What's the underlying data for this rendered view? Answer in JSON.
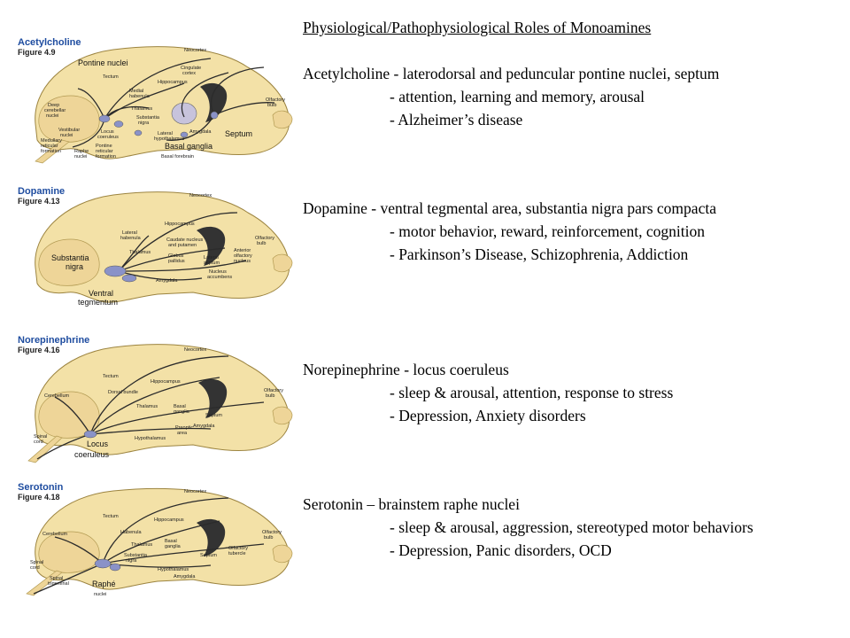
{
  "title": "Physiological/Pathophysiological Roles of Monoamines",
  "sections": [
    {
      "heading": "Acetylcholine - laterodorsal and peduncular pontine nuclei, septum",
      "items": [
        "- attention, learning and memory, arousal",
        "- Alzheimer’s  disease"
      ]
    },
    {
      "heading": "Dopamine - ventral tegmental area, substantia nigra pars compacta",
      "items": [
        "- motor behavior, reward, reinforcement, cognition",
        "- Parkinson’s Disease, Schizophrenia, Addiction"
      ]
    },
    {
      "heading": "Norepinephrine - locus coeruleus",
      "items": [
        "- sleep & arousal, attention, response to stress",
        "- Depression, Anxiety disorders"
      ]
    },
    {
      "heading": "Serotonin – brainstem raphe nuclei",
      "items": [
        "- sleep & arousal, aggression, stereotyped motor behaviors",
        "- Depression, Panic disorders, OCD"
      ]
    }
  ],
  "figures": [
    {
      "name": "Acetylcholine",
      "figure": "Figure 4.9",
      "labels": {
        "pontine": "Pontine nuclei",
        "neocortex": "Neocortex",
        "tectum": "Tectum",
        "cingulate1": "Cingulate",
        "cingulate2": "cortex",
        "hippocampus": "Hippocampus",
        "olfactory1": "Olfactory",
        "olfactory2": "bulb",
        "medial1": "Medial",
        "medial2": "habenula",
        "thalamus": "Thalamus",
        "deep1": "Deep",
        "deep2": "cerebellar",
        "deep3": "nuclei",
        "substantia1": "Substantia",
        "substantia2": "nigra",
        "locus1": "Locus",
        "locus2": "coeruleus",
        "vestibular1": "Vestibular",
        "vestibular2": "nuclei",
        "medullary1": "Medullary",
        "medullary2": "reticular",
        "medullary3": "formation",
        "pontine_ret1": "Pontine",
        "pontine_ret2": "reticular",
        "pontine_ret3": "formation",
        "raphe1": "Raphe",
        "raphe2": "nuclei",
        "lateral_hypo1": "Lateral",
        "lateral_hypo2": "hypothalamus",
        "amygdala": "Amygdala",
        "basal_ganglia": "Basal ganglia",
        "septum": "Septum",
        "basal_forebrain": "Basal forebrain"
      }
    },
    {
      "name": "Dopamine",
      "figure": "Figure 4.13",
      "labels": {
        "neocortex": "Neocortex",
        "hippocampus": "Hippocampus",
        "lateral_hab1": "Lateral",
        "lateral_hab2": "habenula",
        "thalamus": "Thalamus",
        "caudate1": "Caudate nucleus",
        "caudate2": "and putamen",
        "globus1": "Globus",
        "globus2": "pallidus",
        "olfactory1": "Olfactory",
        "olfactory2": "bulb",
        "anterior1": "Anterior",
        "anterior2": "olfactory",
        "anterior3": "nucleus",
        "lateral_sep1": "Lateral",
        "lateral_sep2": "septum",
        "nucleus1": "Nucleus",
        "nucleus2": "accumbens",
        "amygdala": "Amygdala",
        "substantia1": "Substantia",
        "substantia2": "nigra",
        "ventral1": "Ventral",
        "ventral2": "tegmentum"
      }
    },
    {
      "name": "Norepinephrine",
      "figure": "Figure 4.16",
      "labels": {
        "neocortex": "Neocortex",
        "tectum": "Tectum",
        "hippocampus": "Hippocampus",
        "cerebellum": "Cerebellum",
        "dorsal_bundle": "Dorsal bundle",
        "olfactory1": "Olfactory",
        "olfactory2": "bulb",
        "thalamus": "Thalamus",
        "basal1": "Basal",
        "basal2": "ganglia",
        "septum": "Septum",
        "amygdala": "Amygdala",
        "preoptic1": "Preoptic",
        "preoptic2": "area",
        "hypothalamus": "Hypothalamus",
        "spinal1": "Spinal",
        "spinal2": "cord",
        "locus1": "Locus",
        "locus2": "coeruleus"
      }
    },
    {
      "name": "Serotonin",
      "figure": "Figure 4.18",
      "labels": {
        "neocortex": "Neocortex",
        "tectum": "Tectum",
        "hippocampus": "Hippocampus",
        "cerebellum": "Cerebellum",
        "habenula": "Habenula",
        "thalamus": "Thalamus",
        "basal1": "Basal",
        "basal2": "ganglia",
        "olfactory1": "Olfactory",
        "olfactory2": "bulb",
        "olfactory_tub1": "Olfactory",
        "olfactory_tub2": "tubercle",
        "septum": "Septum",
        "substantia1": "Substantia",
        "substantia2": "nigra",
        "hypothalamus": "Hypothalamus",
        "amygdala": "Amygdala",
        "spinal1": "Spinal",
        "spinal2": "cord",
        "spinal_trig1": "Spinal",
        "spinal_trig2": "trigeminal",
        "raphe1": "Raphé",
        "raphe2": "nuclei"
      }
    }
  ],
  "colors": {
    "brain": "#f3e1a7",
    "brain_edge": "#9c8440",
    "pathway": "#2b2b2b",
    "nucleus": "#8a92c8",
    "title_blue": "#1f4da0"
  }
}
